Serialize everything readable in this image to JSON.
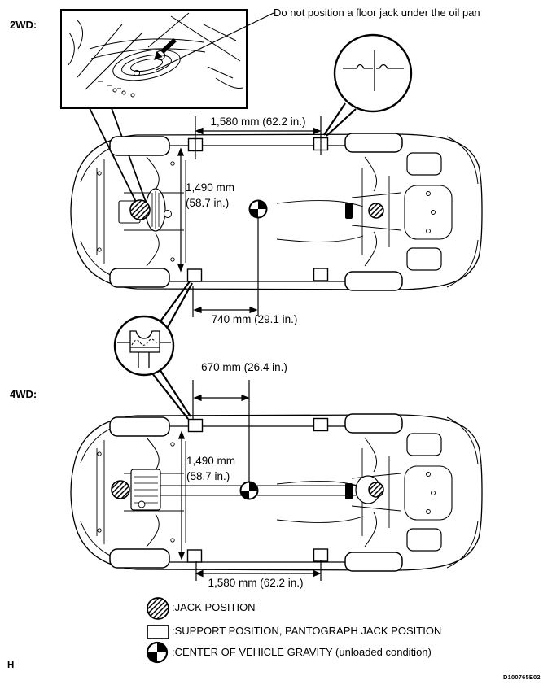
{
  "page": {
    "background": "#ffffff",
    "ink": "#000000",
    "page_marker": "H",
    "figure_code": "D100765E02"
  },
  "sections": {
    "wd2": {
      "label": "2WD:"
    },
    "wd4": {
      "label": "4WD:"
    }
  },
  "warning_note": "Do not position a floor jack under the oil pan",
  "diagram_2wd": {
    "support_span_front": "1,580 mm (62.2 in.)",
    "support_width_line1": "1,490 mm",
    "support_width_line2": "(58.7 in.)",
    "cg_distance_from_front_support": "740 mm (29.1 in.)"
  },
  "diagram_4wd": {
    "cg_distance_from_front_support": "670 mm (26.4 in.)",
    "support_width_line1": "1,490 mm",
    "support_width_line2": "(58.7 in.)",
    "support_span_rear": "1,580 mm (62.2 in.)"
  },
  "callouts": {
    "support_profile_icon": "support-position-weld-seam-profile",
    "pantograph_jack_icon": "pantograph-jack-head-profile"
  },
  "legend": {
    "items": [
      {
        "symbol": "jack-position",
        "label": ":JACK POSITION"
      },
      {
        "symbol": "support-position",
        "label": ":SUPPORT POSITION, PANTOGRAPH JACK POSITION"
      },
      {
        "symbol": "center-of-gravity",
        "label": ":CENTER OF VEHICLE GRAVITY (unloaded condition)"
      }
    ]
  }
}
